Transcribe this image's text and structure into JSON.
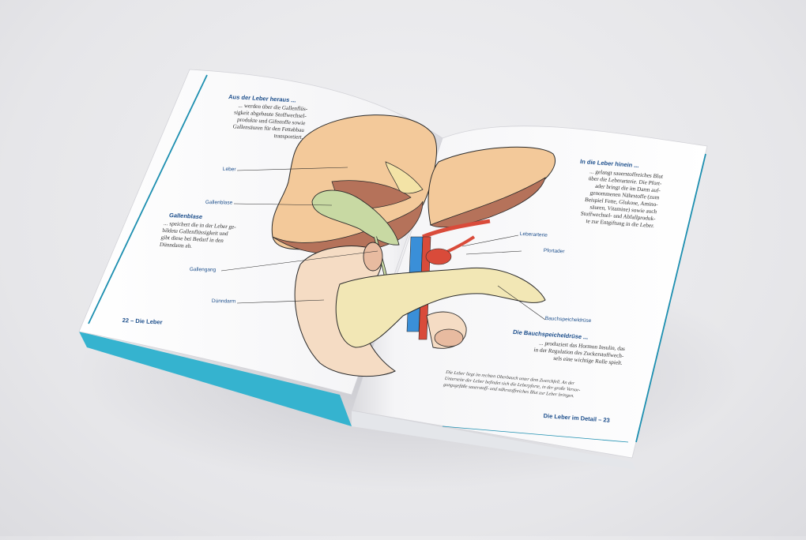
{
  "left_page": {
    "heading_1": "Aus der Leber heraus ...",
    "text_1": "... werden über die Gallenflüs-\nsigkeit abgebaute Stoffwechsel-\nprodukte und Giftstoffe sowie\nGallensäuren für den Fettabbau\ntransportiert.",
    "heading_2": "Gallenblase",
    "text_2": "... speichert die in der Leber ge-\nbildete Gallenflüssigkeit und\ngibt diese bei Bedarf in den\nDünndarm ab.",
    "labels": [
      "Leber",
      "Gallenblase",
      "Gallengang",
      "Dünndarm"
    ],
    "folio": "22 – Die Leber"
  },
  "right_page": {
    "heading_1": "In die Leber hinein ...",
    "text_1": "... gelangt sauerstoffreiches Blut\nüber die Leberarterie. Die Pfort-\nader bringt die im Darm auf-\ngenommenen Nährstoffe (zum\nBeispiel Fette, Glukose, Amino-\nsäuren, Vitamine) sowie auch\nStoffwechsel- und Abfallproduk-\nte zur Entgiftung in die Leber.",
    "heading_2": "Die Bauchspeicheldrüse ...",
    "text_2": "... produziert das Hormon Insulin, das\nin der Regulation des Zuckerstoffwech-\nsels eine wichtige Rolle spielt.",
    "labels": [
      "Leberarterie",
      "Pfortader",
      "Bauchspeicheldrüse"
    ],
    "caption": "Die Leber liegt im rechten Oberbauch unter dem Zwerchfell. An der\nUnterseite der Leber befindet sich die Leberpforte, in der große Versor-\ngungsgefäße sauerstoff- und nährstoffreiches Blut zur Leber bringen.",
    "folio": "Die Leber im Detail – 23"
  },
  "colors": {
    "accent": "#1d8fb0",
    "liver": "#f3c99a",
    "liver_dark": "#b5725a",
    "gallbladder": "#c8d9a3",
    "pancreas": "#f2e7b5",
    "intestine": "#f5dcc4",
    "artery": "#d94b3a",
    "vein": "#3a8fd8"
  }
}
